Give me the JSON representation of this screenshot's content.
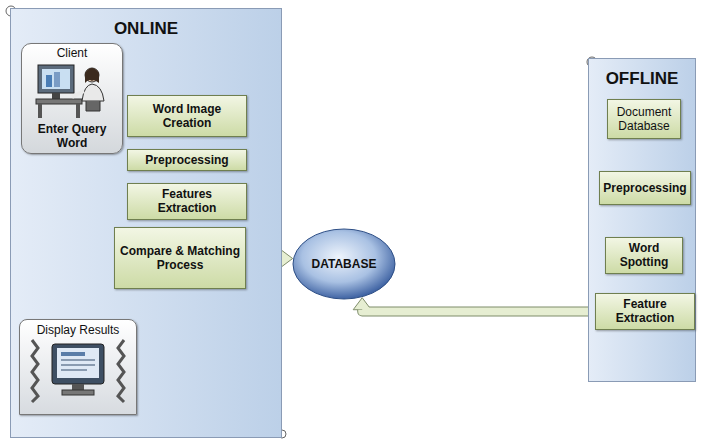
{
  "diagram": {
    "nodes": [
      {
        "text": [
          "ONLINE"
        ]
      },
      {
        "text": [
          "Client",
          "Enter Query Word"
        ],
        "in": 0
      },
      {
        "text": [
          "Word Image Creation"
        ],
        "in": 0
      },
      {
        "text": [
          "Preprocessing"
        ],
        "in": 0
      },
      {
        "text": [
          "Features Extraction"
        ],
        "in": 0
      },
      {
        "text": [
          "Compare & Matching Process"
        ],
        "in": 0
      },
      {
        "text": [
          "Display Results"
        ],
        "in": 0
      },
      {
        "text": [
          "DATABASE"
        ]
      },
      {
        "text": [
          "OFFLINE"
        ]
      },
      {
        "text": [
          "Document Database"
        ],
        "in": 8
      },
      {
        "text": [
          "Preprocessing"
        ],
        "in": 8
      },
      {
        "text": [
          "Word Spotting"
        ],
        "in": 8
      },
      {
        "text": [
          "Feature Extraction"
        ],
        "in": 8
      }
    ],
    "edges": [
      {
        "from": 1,
        "to": 2,
        "arrow": "to"
      },
      {
        "from": 2,
        "to": 3,
        "arrow": "to"
      },
      {
        "from": 3,
        "to": 4,
        "arrow": "to"
      },
      {
        "from": 4,
        "to": 5,
        "arrow": "to"
      },
      {
        "from": 5,
        "to": 6,
        "arrow": "to"
      },
      {
        "from": 5,
        "to": 7,
        "arrow": "both"
      },
      {
        "from": 9,
        "to": 10,
        "arrow": "to"
      },
      {
        "from": 10,
        "to": 11,
        "arrow": "to"
      },
      {
        "from": 11,
        "to": 12,
        "arrow": "to"
      },
      {
        "from": 12,
        "to": 7,
        "arrow": "to"
      }
    ]
  }
}
